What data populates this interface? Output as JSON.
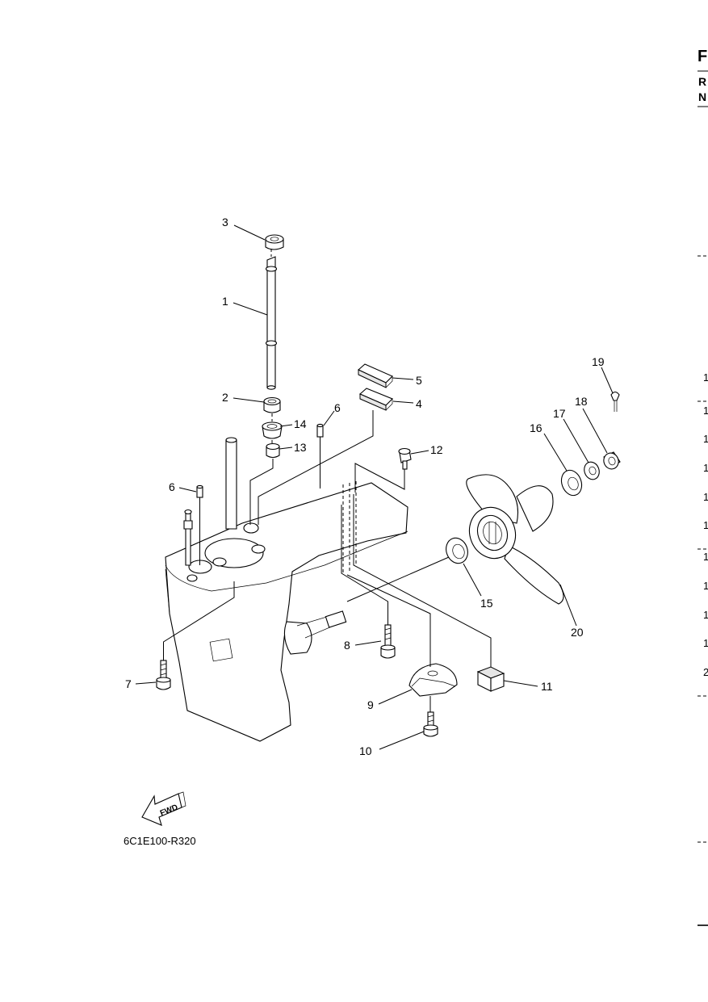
{
  "diagram_code": "6C1E100-R320",
  "fwd_label": "FWD",
  "callouts": {
    "c1": "1",
    "c2": "2",
    "c3": "3",
    "c4": "4",
    "c5": "5",
    "c6a": "6",
    "c6b": "6",
    "c7": "7",
    "c8": "8",
    "c9": "9",
    "c10": "10",
    "c11": "11",
    "c12": "12",
    "c13": "13",
    "c14": "14",
    "c15": "15",
    "c16": "16",
    "c17": "17",
    "c18": "18",
    "c19": "19",
    "c20": "20"
  },
  "right_edge": {
    "header_f": "F",
    "header_r": "R",
    "header_n": "N",
    "row_numbers": [
      "1",
      "1",
      "1",
      "1",
      "1",
      "1",
      "1",
      "1",
      "1",
      "1",
      "2"
    ]
  }
}
